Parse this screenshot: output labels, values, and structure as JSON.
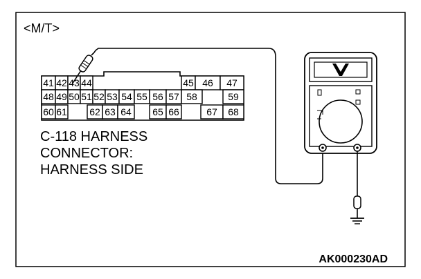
{
  "diagram": {
    "mode_label": "<M/T>",
    "connector_label_lines": [
      "C-118 HARNESS",
      "CONNECTOR:",
      "HARNESS SIDE"
    ],
    "figure_code": "AK000230AD",
    "connector": {
      "rows": [
        [
          "41",
          "42",
          "43",
          "44",
          "",
          "",
          "",
          "",
          "",
          "45",
          "46",
          "47"
        ],
        [
          "48",
          "49",
          "50",
          "51",
          "52",
          "53",
          "54",
          "55",
          "56",
          "57",
          "58",
          "59"
        ],
        [
          "60",
          "61",
          "",
          "62",
          "63",
          "64",
          "",
          "65",
          "66",
          "",
          "67",
          "68"
        ]
      ]
    }
  }
}
